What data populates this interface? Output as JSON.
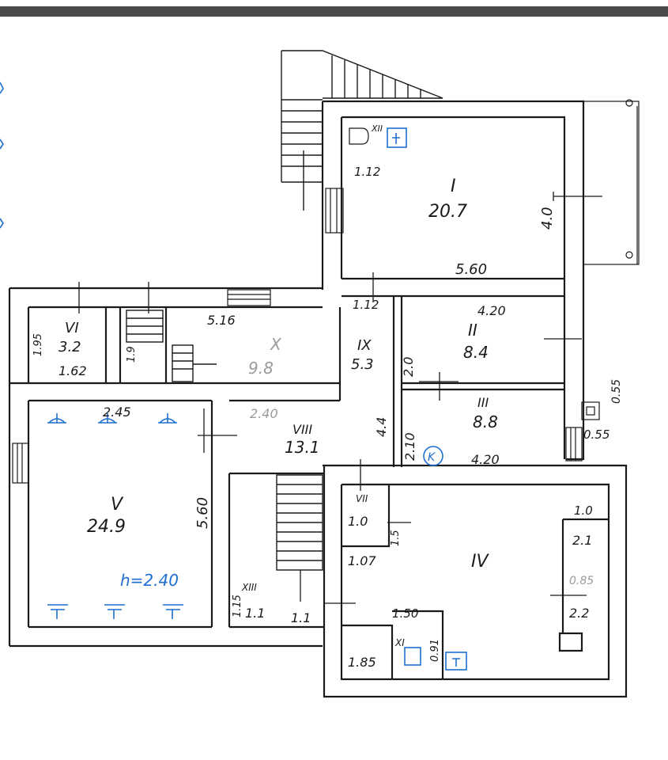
{
  "labels": {
    "room_I_num": "I",
    "room_I_area": "20.7",
    "room_I_w": "5.60",
    "room_I_h": "4.0",
    "wc_XII": "XII",
    "wc_XII_dim": "1.12",
    "room_II_num": "II",
    "room_II_area": "8.4",
    "room_II_w": "4.20",
    "room_II_h": "2.0",
    "room_III_num": "III",
    "room_III_area": "8.8",
    "room_III_w": "4.20",
    "room_III_h": "2.10",
    "room_IX_num": "IX",
    "room_IX_area": "5.3",
    "room_IX_w": "1.12",
    "room_X_num": "X",
    "room_X_area": "9.8",
    "room_X_w": "5.16",
    "room_VI_num": "VI",
    "room_VI_area": "3.2",
    "room_VI_w": "1.62",
    "room_VI_h": "1.95",
    "stair_dim": "1.9",
    "room_V_num": "V",
    "room_V_area": "24.9",
    "room_V_h": "5.60",
    "room_V_ceiling": "h=2.40",
    "room_V_dim": "2.45",
    "room_VIII_num": "VIII",
    "room_VIII_area": "13.1",
    "room_VIII_w": "2.40",
    "room_VIII_h": "4.4",
    "room_XIII_num": "XIII",
    "room_XIII_area": "1.1",
    "room_XIII_h": "1.15",
    "room_XIII_w": "1.1",
    "room_IV_num": "IV",
    "room_IV_w": "1.07",
    "room_VII_num": "VII",
    "room_VII_area": "1.0",
    "room_VII_h": "1.5",
    "room_XI_num": "XI",
    "room_XI_w": "1.50",
    "room_XI_h": "0.91",
    "room_XI_bottom": "1.85",
    "closet_w": "1.0",
    "closet_a": "2.1",
    "closet_b": "0.85",
    "closet_c": "2.2",
    "shaft_a": "0.55",
    "shaft_b": "0.55",
    "marker_k": "K"
  }
}
